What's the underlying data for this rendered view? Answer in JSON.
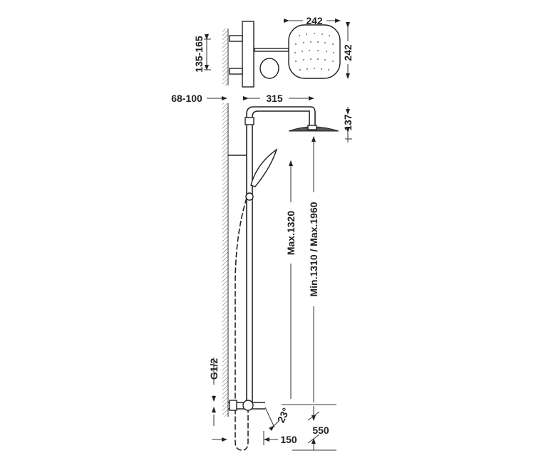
{
  "drawing": {
    "dimensions": {
      "head_width": "242",
      "head_depth": "242",
      "valve_centres": "135-165",
      "wall_offset": "68-100",
      "arm_length": "315",
      "head_drop": "137",
      "hand_shower_height": "Max.1320",
      "column_height": "Min.1310 / Max.1960",
      "connection": "G1/2",
      "spout_angle": "23°",
      "spout_projection": "150",
      "floor_height": "550"
    }
  }
}
